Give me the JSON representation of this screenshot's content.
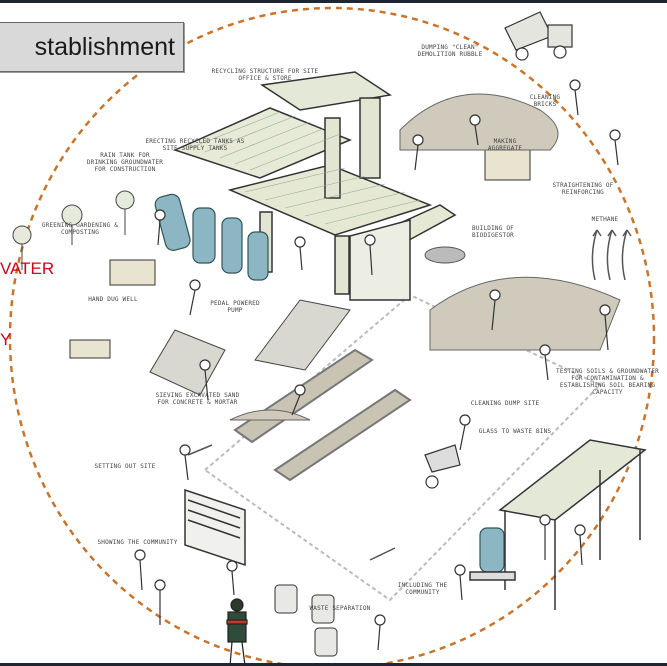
{
  "title": "stablishment",
  "left_fragments": {
    "water": "VATER",
    "y": "Y"
  },
  "scene_labels": {
    "dumping": "DUMPING \"CLEAN\" DEMOLITION RUBBLE",
    "recycling": "RECYCLING STRUCTURE FOR SITE OFFICE & STORE",
    "cleaning_bricks": "CLEANING BRICKS",
    "erecting": "ERECTING RECYCLED TANKS AS SITE SUPPLY TANKS",
    "making_aggregate": "MAKING AGGREGATE",
    "rain_tank": "RAIN TANK FOR DRINKING GROUNDWATER FOR CONSTRUCTION",
    "straightening": "STRAIGHTENING OF REINFORCING",
    "greening": "GREENING GARDENING & COMPOSTING",
    "biodigester": "BUILDING OF BIODIGESTOR",
    "methane": "METHANE",
    "hand_dug_well": "HAND DUG WELL",
    "pedal_pump": "PEDAL POWERED PUMP",
    "testing_soils": "TESTING SOILS & GROUNDWATER FOR CONTAMINATION & ESTABLISHING SOIL BEARING CAPACITY",
    "sieving": "SIEVING EXCAVATED SAND FOR CONCRETE & MORTAR",
    "cleaning_dump": "CLEANING DUMP SITE",
    "glass": "GLASS TO WASTE BINS",
    "setting_out": "SETTING OUT SITE",
    "showing": "SHOWING THE COMMUNITY",
    "including": "INCLUDING THE COMMUNITY",
    "waste_separation": "WASTE SEPARATION"
  }
}
